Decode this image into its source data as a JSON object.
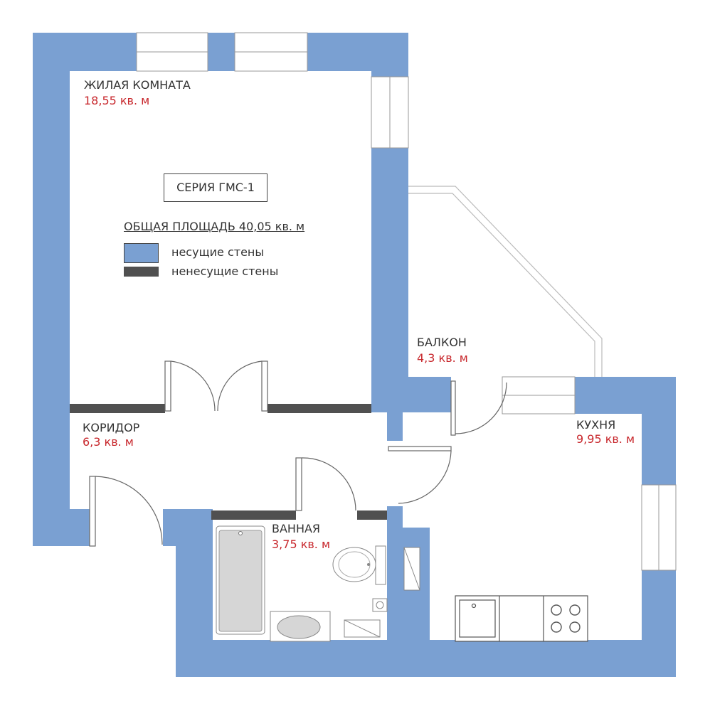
{
  "colors": {
    "bearing_wall": "#7aa0d2",
    "partition_wall": "#505050",
    "area_text": "#c8282d",
    "line": "#777777",
    "fixture_fill": "#d6d6d6"
  },
  "rooms": [
    {
      "id": "living",
      "name": "ЖИЛАЯ КОМНАТА",
      "area": "18,55 кв. м"
    },
    {
      "id": "balcony",
      "name": "БАЛКОН",
      "area": "4,3 кв. м"
    },
    {
      "id": "corridor",
      "name": "КОРИДОР",
      "area": "6,3 кв. м"
    },
    {
      "id": "kitchen",
      "name": "КУХНЯ",
      "area": "9,95 кв. м"
    },
    {
      "id": "bathroom",
      "name": "ВАННАЯ",
      "area": "3,75 кв. м"
    }
  ],
  "series": "СЕРИЯ ГМС-1",
  "total_area": "ОБЩАЯ ПЛОЩАДЬ  40,05 кв. м",
  "legend": [
    {
      "label": "несущие стены",
      "color": "#7aa0d2"
    },
    {
      "label": "ненесущие стены",
      "color": "#505050"
    }
  ]
}
